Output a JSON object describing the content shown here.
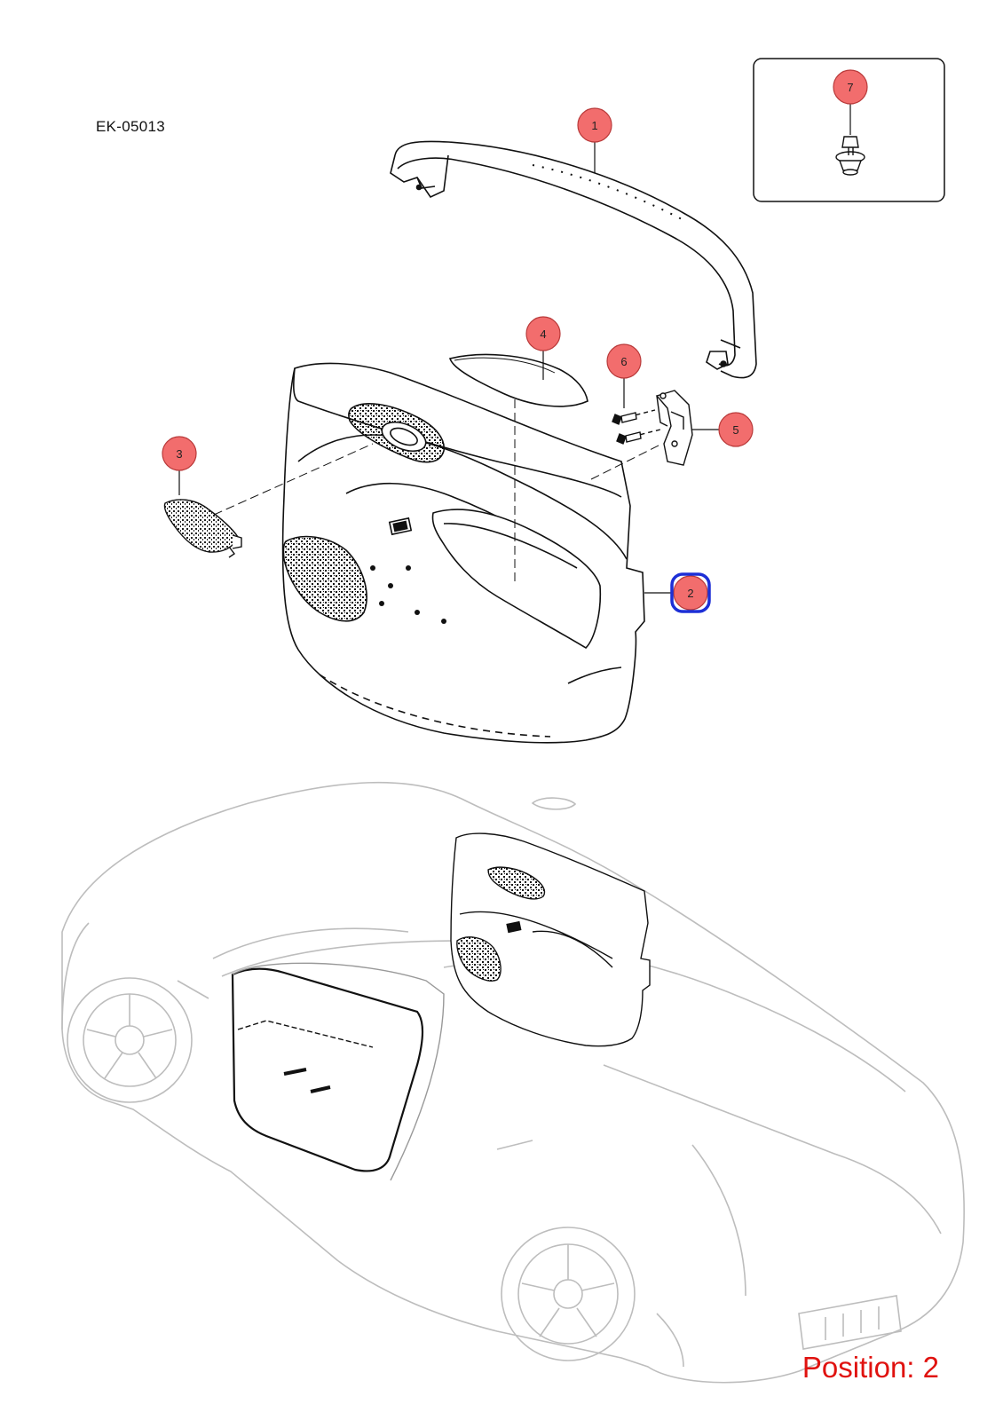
{
  "document_code": "EK-05013",
  "position_label": "Position: 2",
  "colors": {
    "callout_fill": "#f26d6d",
    "callout_stroke": "#b93a3a",
    "highlight": "#1d2fd6",
    "position_text": "#e0120f",
    "line_art": "#111111",
    "car_outline": "#bdbdbd"
  },
  "callouts": [
    {
      "id": "1",
      "label": "1"
    },
    {
      "id": "2",
      "label": "2",
      "highlighted": true
    },
    {
      "id": "3",
      "label": "3"
    },
    {
      "id": "4",
      "label": "4"
    },
    {
      "id": "5",
      "label": "5"
    },
    {
      "id": "6",
      "label": "6"
    },
    {
      "id": "7",
      "label": "7"
    }
  ]
}
